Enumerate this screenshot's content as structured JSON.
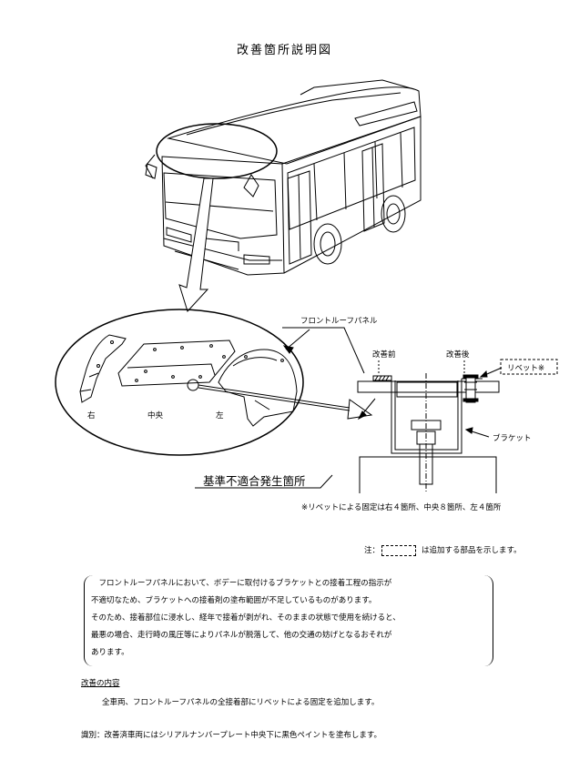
{
  "title": "改善箇所説明図",
  "labels": {
    "front_roof_panel": "フロントルーフパネル",
    "before": "改善前",
    "after": "改善後",
    "rivet": "リベット※",
    "bracket": "ブラケット",
    "right": "右",
    "center": "中央",
    "left": "左",
    "nonconformity": "基準不適合発生箇所"
  },
  "notes": {
    "rivet_note": "※リベットによる固定は右４箇所、中央８箇所、左４箇所",
    "legend_prefix": "注：",
    "legend_suffix": "は追加する部品を示します。"
  },
  "description": {
    "lines": [
      "　フロントルーフパネルにおいて、ボデーに取付けるブラケットとの接着工程の指示が",
      "不適切なため、ブラケットへの接着剤の塗布範囲が不足しているものがあります。",
      "そのため、接着部位に浸水し、経年で接着が剥がれ、そのままの状態で使用を続けると、",
      "最悪の場合、走行時の風圧等によりパネルが脱落して、他の交通の妨げとなるおそれが",
      "あります。"
    ]
  },
  "improvement": {
    "heading": "改善の内容",
    "body": "全車両、フロントルーフパネルの全接着部にリベットによる固定を追加します。"
  },
  "identification": "識別：改善済車両にはシリアルナンバープレート中央下に黒色ペイントを塗布します。"
}
